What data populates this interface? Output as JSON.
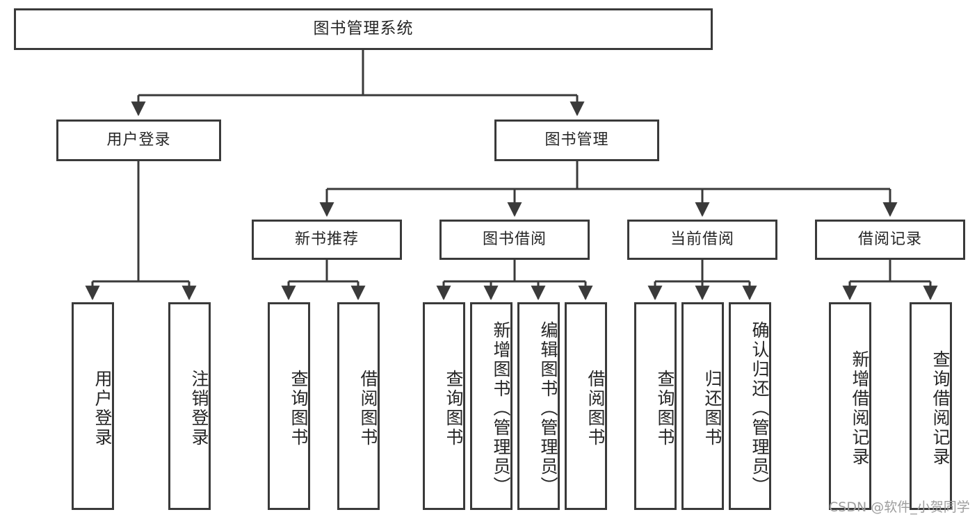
{
  "diagram": {
    "type": "tree",
    "title": "图书管理系统",
    "orientation": "top-down",
    "style": {
      "box_fill": "#ffffff",
      "box_stroke": "#3a3a3a",
      "text_color": "#262626",
      "connector_color": "#3a3a3a",
      "background": "#ffffff"
    }
  },
  "root": {
    "label": "图书管理系统"
  },
  "level1": [
    {
      "label": "用户登录"
    },
    {
      "label": "图书管理"
    }
  ],
  "level2": [
    {
      "label": "新书推荐"
    },
    {
      "label": "图书借阅"
    },
    {
      "label": "当前借阅"
    },
    {
      "label": "借阅记录"
    }
  ],
  "leaves": {
    "user_login": [
      {
        "label": "用户登录"
      },
      {
        "label": "注销登录"
      }
    ],
    "new_book_recommend": [
      {
        "label": "查询图书"
      },
      {
        "label": "借阅图书"
      }
    ],
    "book_borrow": [
      {
        "label": "查询图书"
      },
      {
        "label": "新增图书（管理员）"
      },
      {
        "label": "编辑图书（管理员）"
      },
      {
        "label": "借阅图书"
      }
    ],
    "current_borrow": [
      {
        "label": "查询图书"
      },
      {
        "label": "归还图书"
      },
      {
        "label": "确认归还（管理员）"
      }
    ],
    "borrow_record": [
      {
        "label": "新增借阅记录"
      },
      {
        "label": "查询借阅记录"
      }
    ]
  },
  "watermark": {
    "text": "CSDN @软件_小贺同学"
  }
}
